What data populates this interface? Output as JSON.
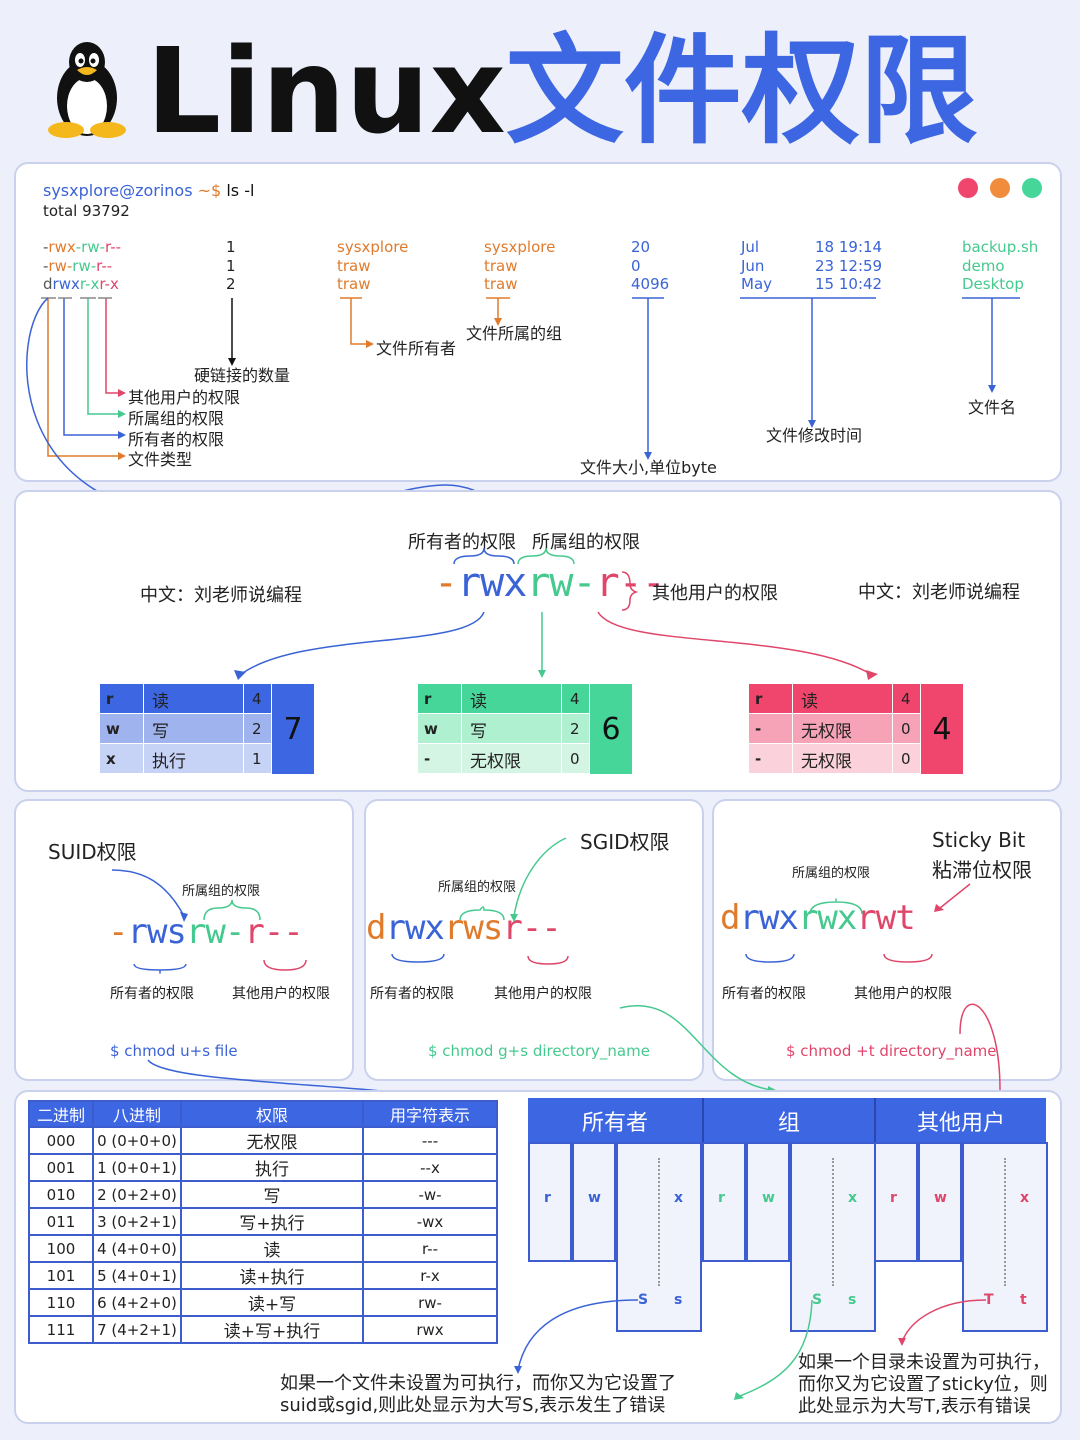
{
  "title": {
    "part1": "Linux",
    "part2": "文件权限"
  },
  "terminal": {
    "prompt_user": "sysxplore@zorinos",
    "prompt_path": "~$",
    "command": "ls -l",
    "total": "total 93792",
    "rows": [
      {
        "perm_type": "-",
        "perm_owner": "rwx",
        "perm_group": "-rw-",
        "perm_other": "r--",
        "links": "1",
        "owner": "sysxplore",
        "group": "sysxplore",
        "size": "20",
        "month": "Jul",
        "time": "18 19:14",
        "name": "backup.sh"
      },
      {
        "perm_type": "-",
        "perm_owner": "rw-",
        "perm_group": "rw-",
        "perm_other": "r--",
        "links": "1",
        "owner": "traw",
        "group": "traw",
        "size": "0",
        "month": "Jun",
        "time": "23 12:59",
        "name": "demo"
      },
      {
        "perm_type": "d",
        "perm_owner": "rwx",
        "perm_group": "r-x",
        "perm_other": "r-x",
        "links": "2",
        "owner": "traw",
        "group": "traw",
        "size": "4096",
        "month": "May",
        "time": "15 10:42",
        "name": "Desktop"
      }
    ],
    "labels": {
      "hardlinks": "硬链接的数量",
      "other_perm": "其他用户的权限",
      "group_perm": "所属组的权限",
      "owner_perm": "所有者的权限",
      "file_type": "文件类型",
      "file_owner": "文件所有者",
      "file_group": "文件所属的组",
      "file_size": "文件大小,单位byte",
      "mtime": "文件修改时间",
      "filename": "文件名"
    },
    "window_dots": [
      "#f0466e",
      "#f08c3c",
      "#46d69a"
    ]
  },
  "perm_breakdown": {
    "owner_label": "所有者的权限",
    "group_label": "所属组的权限",
    "other_label": "其他用户的权限",
    "watermark_left": "中文：刘老师说编程",
    "watermark_right": "中文：刘老师说编程",
    "str_type": "-",
    "str_owner": "rwx",
    "str_group": "rw-",
    "str_other": "r--",
    "owner_table": {
      "rows": [
        {
          "c": "r",
          "n": "读",
          "v": "4"
        },
        {
          "c": "w",
          "n": "写",
          "v": "2"
        },
        {
          "c": "x",
          "n": "执行",
          "v": "1"
        }
      ],
      "total": "7"
    },
    "group_table": {
      "rows": [
        {
          "c": "r",
          "n": "读",
          "v": "4"
        },
        {
          "c": "w",
          "n": "写",
          "v": "2"
        },
        {
          "c": "-",
          "n": "无权限",
          "v": "0"
        }
      ],
      "total": "6"
    },
    "other_table": {
      "rows": [
        {
          "c": "r",
          "n": "读",
          "v": "4"
        },
        {
          "c": "-",
          "n": "无权限",
          "v": "0"
        },
        {
          "c": "-",
          "n": "无权限",
          "v": "0"
        }
      ],
      "total": "4"
    }
  },
  "special": {
    "suid": {
      "title": "SUID权限",
      "group_label": "所属组的权限",
      "owner_label": "所有者的权限",
      "other_label": "其他用户的权限",
      "s1": "-",
      "s2": "rws",
      "s3": "rw-",
      "s4": "r--",
      "cmd": "$ chmod u+s file"
    },
    "sgid": {
      "title": "SGID权限",
      "group_label": "所属组的权限",
      "owner_label": "所有者的权限",
      "other_label": "其他用户的权限",
      "s1": "d",
      "s2": "rwx",
      "s3": "rws",
      "s4": "r--",
      "cmd": "$ chmod g+s directory_name"
    },
    "sticky": {
      "title1": "Sticky Bit",
      "title2": "粘滞位权限",
      "group_label": "所属组的权限",
      "owner_label": "所有者的权限",
      "other_label": "其他用户的权限",
      "s1": "d",
      "s2": "rwx",
      "s3": "rwx",
      "s4": "rwt",
      "cmd": "$ chmod +t directory_name"
    }
  },
  "octal_table": {
    "headers": [
      "二进制",
      "八进制",
      "权限",
      "用字符表示"
    ],
    "rows": [
      [
        "000",
        "0 (0+0+0)",
        "无权限",
        "---"
      ],
      [
        "001",
        "1 (0+0+1)",
        "执行",
        "--x"
      ],
      [
        "010",
        "2 (0+2+0)",
        "写",
        "-w-"
      ],
      [
        "011",
        "3 (0+2+1)",
        "写+执行",
        "-wx"
      ],
      [
        "100",
        "4 (4+0+0)",
        "读",
        "r--"
      ],
      [
        "101",
        "5 (4+0+1)",
        "读+执行",
        "r-x"
      ],
      [
        "110",
        "6 (4+2+0)",
        "读+写",
        "rw-"
      ],
      [
        "111",
        "7 (4+2+1)",
        "读+写+执行",
        "rwx"
      ]
    ]
  },
  "bits_diagram": {
    "headers": [
      "所有者",
      "组",
      "其他用户"
    ],
    "letters": {
      "r": "r",
      "w": "w",
      "x": "x"
    },
    "special_upper": [
      "S",
      "S",
      "T"
    ],
    "special_lower": [
      "s",
      "s",
      "t"
    ],
    "note_left": [
      "如果一个文件未设置为可执行，而你又为它设置了",
      "suid或sgid,则此处显示为大写S,表示发生了错误"
    ],
    "note_right": [
      "如果一个目录未设置为可执行，",
      "而你又为它设置了sticky位，则",
      "此处显示为大写T,表示有错误"
    ]
  }
}
